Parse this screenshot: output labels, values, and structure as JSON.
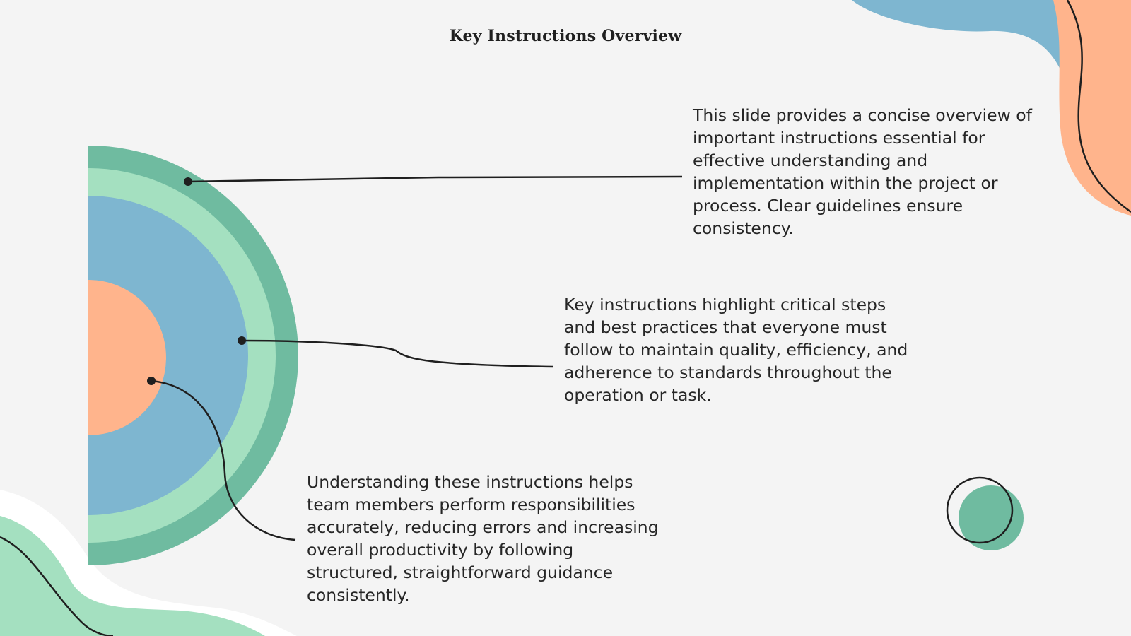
{
  "slide": {
    "title": "Key Instructions Overview"
  },
  "descriptions": [
    {
      "text": "This slide provides a concise overview of important instructions essential for effective understanding and implementation within the project or process. Clear guidelines ensure consistency."
    },
    {
      "text": "Key instructions highlight critical steps and best practices that everyone must follow to maintain quality, efficiency, and adherence to standards throughout the operation or task."
    },
    {
      "text": "Understanding these instructions helps team members perform responsibilities accurately, reducing errors and increasing overall productivity by following structured, straightforward guidance consistently."
    }
  ],
  "colors": {
    "background": "#f4f4f4",
    "ring_outer": "#6fbba0",
    "ring_light": "#a4e0c0",
    "ring_blue": "#7eb6d0",
    "core_peach": "#ffb48c",
    "blob_blue": "#7eb6d0",
    "blob_peach": "#ffb48c",
    "blob_green": "#a4e0c0",
    "accent_circle": "#6fbba0",
    "line": "#1f1f1f"
  }
}
